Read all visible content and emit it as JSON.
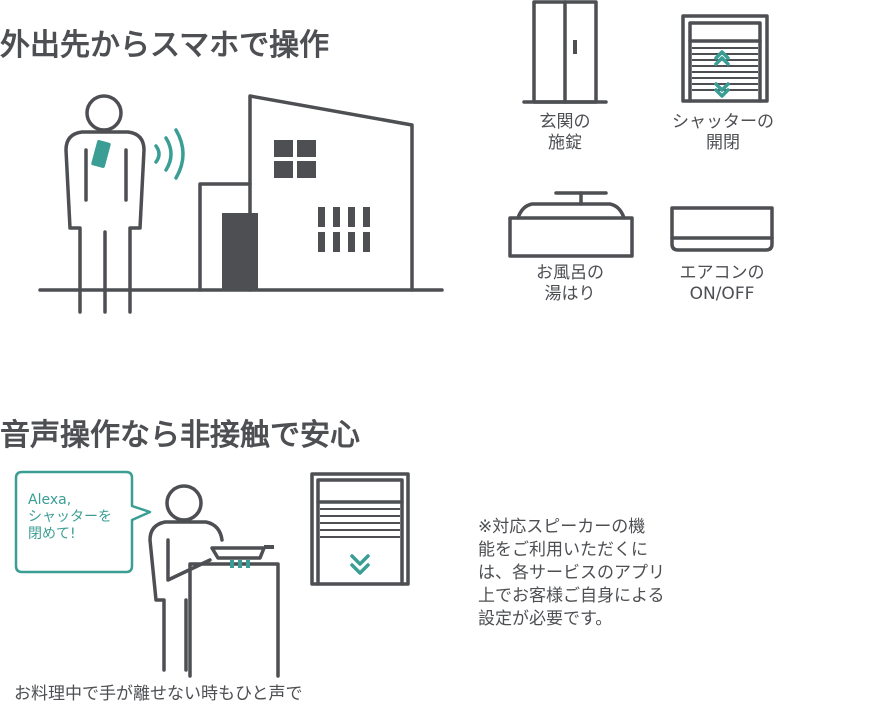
{
  "section1": {
    "heading": "外出先からスマホで操作",
    "items": [
      {
        "line1": "玄関の",
        "line2": "施錠",
        "icon": "door-icon"
      },
      {
        "line1": "シャッターの",
        "line2": "開閉",
        "icon": "shutter-icon"
      },
      {
        "line1": "お風呂の",
        "line2": "湯はり",
        "icon": "bathtub-icon"
      },
      {
        "line1": "エアコンの",
        "line2": "ON/OFF",
        "icon": "air-conditioner-icon"
      }
    ]
  },
  "section2": {
    "heading": "音声操作なら非接触で安心",
    "bubble": {
      "line1": "Alexa,",
      "line2": "シャッターを",
      "line3": "閉めて!"
    },
    "caption": "お料理中で手が離せない時もひと声で",
    "note": [
      "※対応スピーカーの機",
      "能をご利用いただくに",
      "は、各サービスのアプリ",
      "上でお客様ご自身による",
      "設定が必要です。"
    ]
  },
  "colors": {
    "ink": "#4d4f53",
    "accent": "#3a9e94"
  }
}
